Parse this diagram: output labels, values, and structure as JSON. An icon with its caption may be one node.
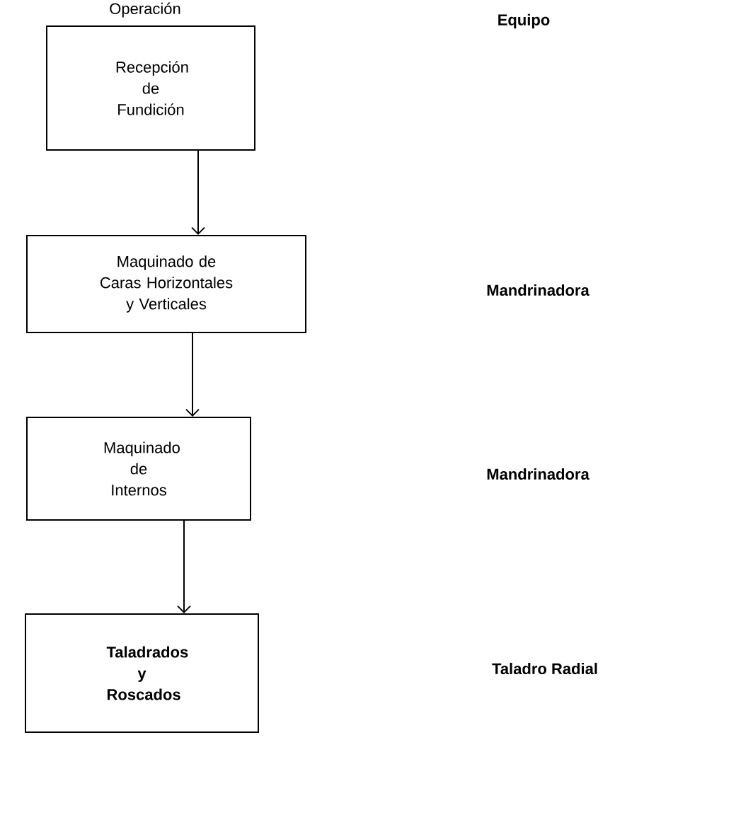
{
  "diagram": {
    "nodes": [
      {
        "text": [
          "Recepción de Fundición"
        ]
      },
      {
        "text": [
          "Maquinado de Caras Horizontales y Verticales"
        ]
      },
      {
        "text": [
          "Maquinado de Internos"
        ]
      },
      {
        "text": [
          "Taladrados y Roscados"
        ]
      }
    ],
    "edges": [
      {
        "from": 0,
        "to": 1,
        "arrow": "to"
      },
      {
        "from": 1,
        "to": 2,
        "arrow": "to"
      },
      {
        "from": 2,
        "to": 3,
        "arrow": "to"
      }
    ],
    "labels": [
      "Operación",
      "Equipo",
      "Mandrinadora",
      "Mandrinadora",
      "Taladro Radial"
    ]
  }
}
